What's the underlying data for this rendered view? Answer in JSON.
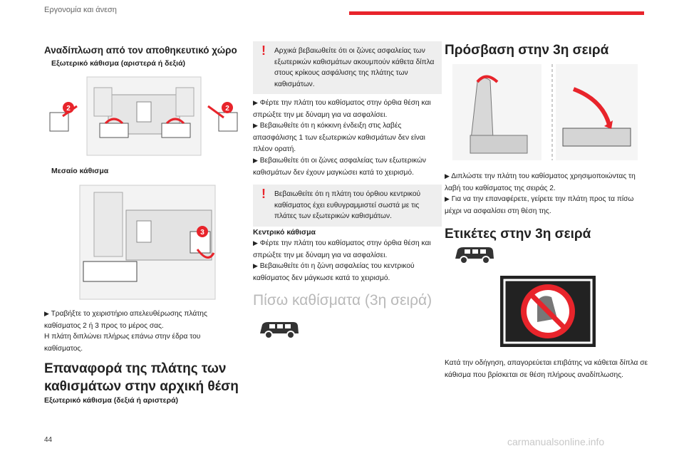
{
  "header": {
    "section": "Εργονομία και άνεση"
  },
  "col1": {
    "title": "Αναδίπλωση από τον αποθηκευτικό χώρο",
    "sub1": "Εξωτερικό κάθισμα (αριστερά ή δεξιά)",
    "callout_a": "2",
    "callout_b": "2",
    "sub2": "Μεσαίο κάθισμα",
    "callout_c": "3",
    "p1": "Τραβήξτε το χειριστήριο απελευθέρωσης πλάτης καθίσματος 2 ή 3 προς το μέρος σας.",
    "p2": "Η πλάτη διπλώνει πλήρως επάνω στην έδρα του καθίσματος.",
    "big_title_line1": "Επαναφορά της πλάτης των",
    "big_title_line2": "καθισμάτων στην αρχική θέση",
    "sub3": "Εξωτερικό κάθισμα (δεξιά ή αριστερά)"
  },
  "col2": {
    "warn1": "Αρχικά βεβαιωθείτε ότι οι ζώνες ασφαλείας των εξωτερικών καθισμάτων ακουμπούν κάθετα δίπλα στους κρίκους ασφάλισης της πλάτης των καθισμάτων.",
    "b1": "Φέρτε την πλάτη του καθίσματος στην όρθια θέση και σπρώξτε την με δύναμη για να ασφαλίσει.",
    "b2": "Βεβαιωθείτε ότι η κόκκινη ένδειξη στις λαβές απασφάλισης 1 των εξωτερικών καθισμάτων δεν είναι πλέον ορατή.",
    "b3": "Βεβαιωθείτε ότι οι ζώνες ασφαλείας των εξωτερικών καθισμάτων δεν έχουν μαγκώσει κατά το χειρισμό.",
    "warn2": "Βεβαιωθείτε ότι η πλάτη του όρθιου κεντρικού καθίσματος έχει ευθυγραμμιστεί σωστά με τις πλάτες των εξωτερικών καθισμάτων.",
    "sub": "Κεντρικό κάθισμα",
    "b4": "Φέρτε την πλάτη του καθίσματος στην όρθια θέση και σπρώξτε την με δύναμη για να ασφαλίσει.",
    "b5": "Βεβαιωθείτε ότι η ζώνη ασφαλείας του κεντρικού καθίσματος δεν μάγκωσε κατά το χειρισμό.",
    "thin_title": "Πίσω καθίσματα (3η σειρά)"
  },
  "col3": {
    "title1": "Πρόσβαση στην 3η σειρά",
    "b1": "Διπλώστε την πλάτη του καθίσματος χρησιμοποιώντας τη λαβή του καθίσματος της σειράς 2.",
    "b2": "Για να την επαναφέρετε, γείρετε την πλάτη προς τα πίσω μέχρι να ασφαλίσει στη θέση της.",
    "title2": "Ετικέτες στην 3η σειρά",
    "p1": "Κατά την οδήγηση, απαγορεύεται επιβάτης να κάθεται δίπλα σε κάθισμα που βρίσκεται σε θέση πλήρους αναδίπλωσης."
  },
  "footer": {
    "page": "44",
    "watermark": "carmanualsonline.info"
  },
  "colors": {
    "accent": "#e8242b",
    "warn_bg": "#eeeeee"
  },
  "icons": [
    "bullet-arrow-icon",
    "warning-exclamation-icon",
    "van-icon",
    "no-sitting-label-icon"
  ]
}
